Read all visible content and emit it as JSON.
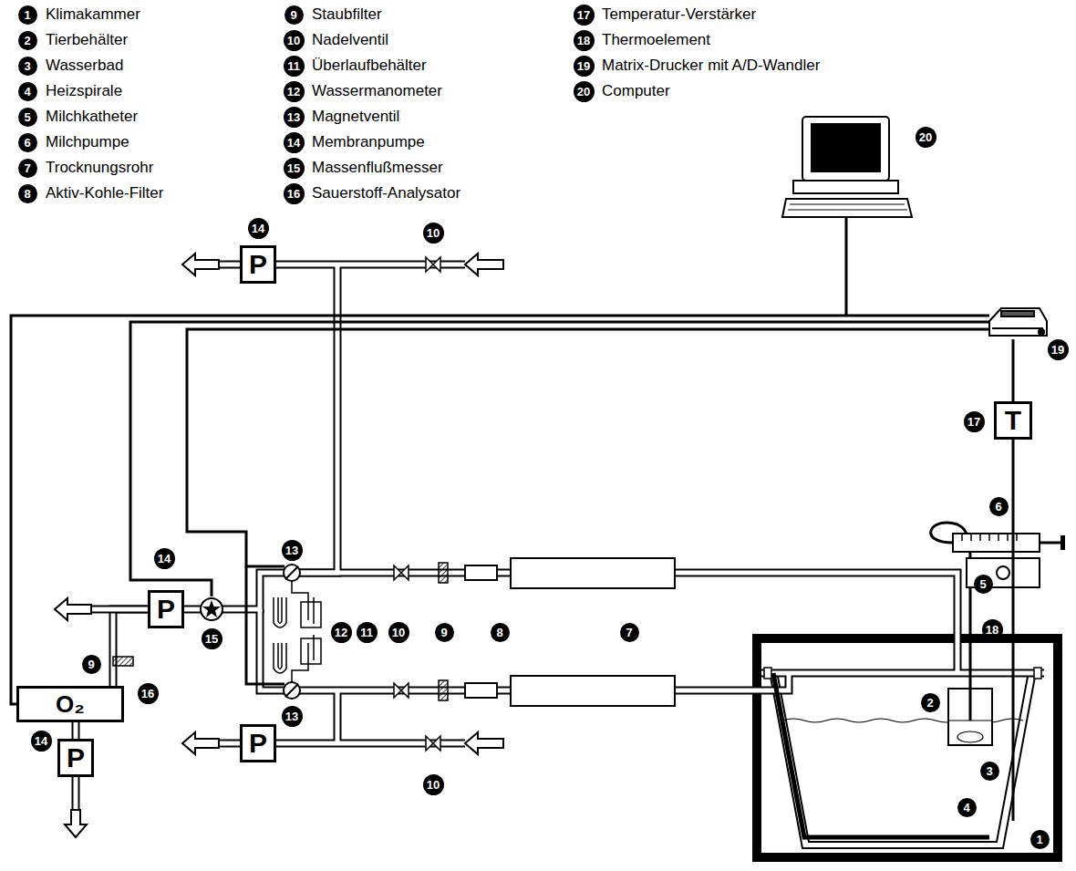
{
  "diagram": {
    "nodes": [
      {
        "text": [
          "P"
        ]
      },
      {
        "text": [
          "P"
        ]
      },
      {
        "text": [
          "O₂"
        ]
      },
      {
        "text": [
          "P"
        ]
      },
      {
        "text": [
          "P"
        ]
      },
      {
        "text": [
          "T"
        ]
      }
    ],
    "edges": [
      {
        "from": 1,
        "to": 2,
        "arrow": "none"
      },
      {
        "from": 2,
        "to": 4,
        "arrow": "none"
      }
    ],
    "labels": [
      "1",
      "Klimakammer",
      "2",
      "Tierbehälter",
      "3",
      "Wasserbad",
      "4",
      "Heizspirale",
      "5",
      "Milchkatheter",
      "6",
      "Milchpumpe",
      "7",
      "Trocknungsrohr",
      "8",
      "Aktiv-Kohle-Filter",
      "9",
      "Staubfilter",
      "10",
      "Nadelventil",
      "11",
      "Überlaufbehälter",
      "12",
      "Wassermanometer",
      "13",
      "Magnetventil",
      "14",
      "Membranpumpe",
      "15",
      "Massenflußmesser",
      "16",
      "Sauerstoff-Analysator",
      "17",
      "Temperatur-Verstärker",
      "18",
      "Thermoelement",
      "19",
      "Matrix-Drucker mit A/D-Wandler",
      "20",
      "Computer",
      "14",
      "10",
      "13",
      "14",
      "15",
      "12",
      "11",
      "10",
      "9",
      "8",
      "7",
      "13",
      "9",
      "16",
      "14",
      "10",
      "17",
      "6",
      "5",
      "18",
      "2",
      "3",
      "4",
      "1",
      "19",
      "20"
    ]
  }
}
